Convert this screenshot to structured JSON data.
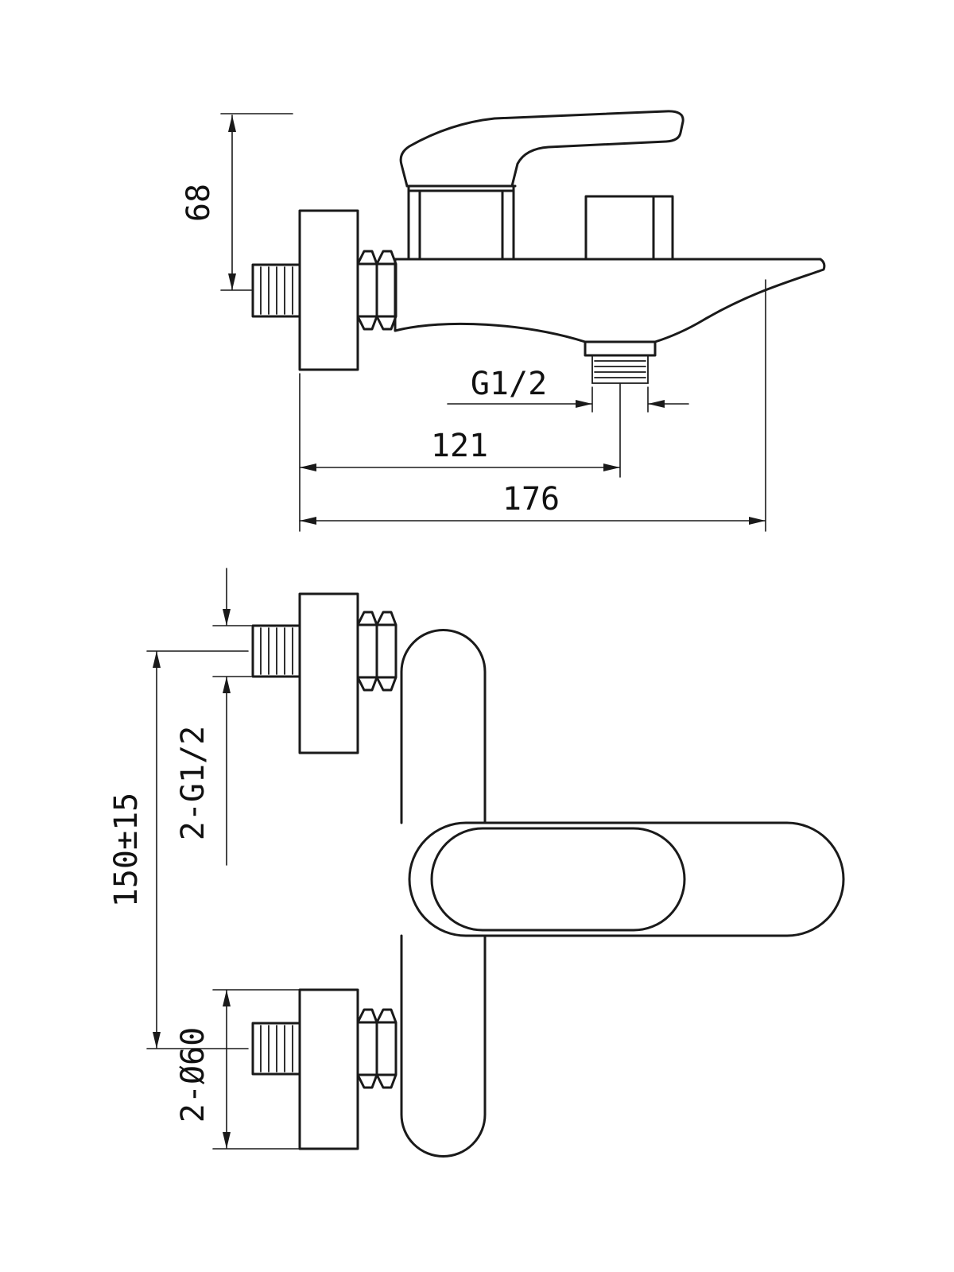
{
  "colors": {
    "line": "#1a1a1a",
    "background": "#ffffff"
  },
  "side_view": {
    "dim_height": "68",
    "dim_outlet_thread": "G1/2",
    "dim_outlet_offset": "121",
    "dim_total_length": "176"
  },
  "front_view": {
    "dim_inlet_thread": "2-G1/2",
    "dim_inlet_spacing": "150±15",
    "dim_flange_diameter": "2-Ø60"
  }
}
